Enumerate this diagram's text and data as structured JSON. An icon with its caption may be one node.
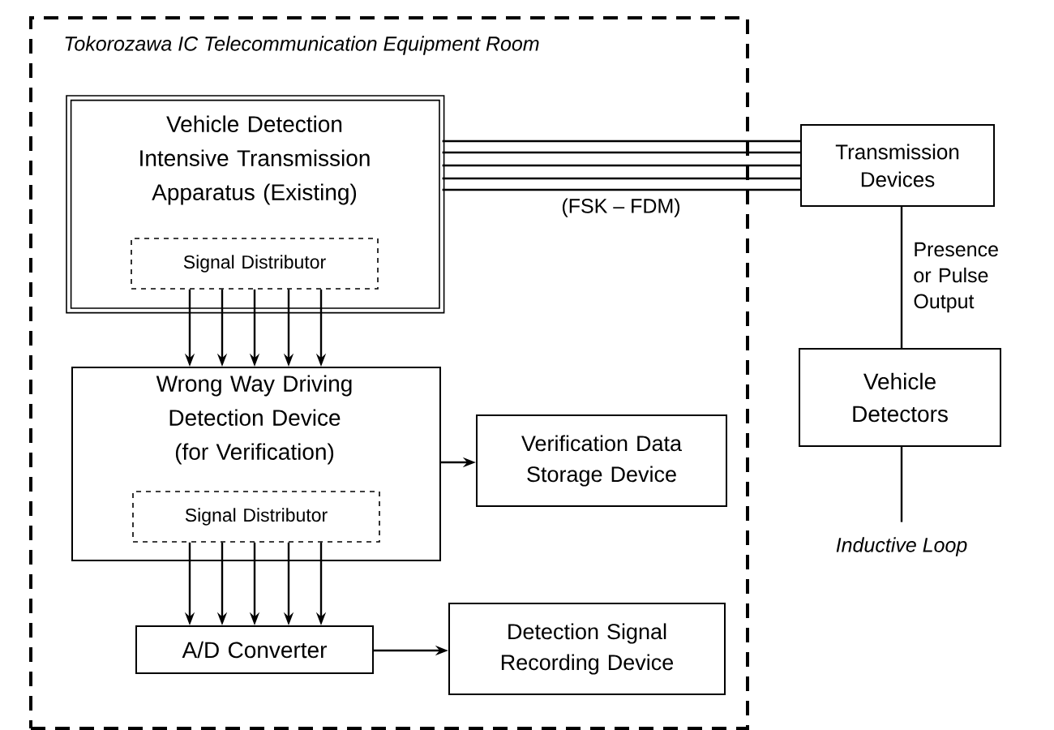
{
  "diagram": {
    "nodes": [
      {
        "text": [
          "Tokorozawa IC Telecommunication Equipment Room"
        ]
      },
      {
        "text": [
          "Vehicle Detection Intensive Transmission Apparatus (Existing)"
        ],
        "in": 0
      },
      {
        "text": [
          "Signal Distributor"
        ],
        "in": 1
      },
      {
        "text": [
          "Wrong Way Driving Detection Device (for Verification)"
        ],
        "in": 0
      },
      {
        "text": [
          "Signal Distributor"
        ],
        "in": 3
      },
      {
        "text": [
          "Verification Data Storage Device"
        ],
        "in": 0
      },
      {
        "text": [
          "A/D Converter"
        ],
        "in": 0
      },
      {
        "text": [
          "Detection Signal Recording Device"
        ],
        "in": 0
      },
      {
        "text": [
          "Transmission Devices"
        ]
      },
      {
        "text": [
          "Vehicle Detectors"
        ]
      },
      {
        "text": [
          "Inductive Loop"
        ]
      }
    ],
    "edges": [
      {
        "from": 2,
        "to": 3,
        "arrow": "to"
      },
      {
        "from": 2,
        "to": 3,
        "arrow": "to"
      },
      {
        "from": 2,
        "to": 3,
        "arrow": "to"
      },
      {
        "from": 2,
        "to": 3,
        "arrow": "to"
      },
      {
        "from": 2,
        "to": 3,
        "arrow": "to"
      },
      {
        "from": 1,
        "to": 8,
        "arrow": "none"
      },
      {
        "from": 1,
        "to": 8,
        "arrow": "none"
      },
      {
        "from": 1,
        "to": 8,
        "arrow": "none"
      },
      {
        "from": 1,
        "to": 8,
        "arrow": "none"
      },
      {
        "from": 1,
        "to": 8,
        "arrow": "none",
        "label": "(FSK – FDM)"
      },
      {
        "from": 3,
        "to": 5,
        "arrow": "to"
      },
      {
        "from": 4,
        "to": 6,
        "arrow": "to"
      },
      {
        "from": 4,
        "to": 6,
        "arrow": "to"
      },
      {
        "from": 4,
        "to": 6,
        "arrow": "to"
      },
      {
        "from": 4,
        "to": 6,
        "arrow": "to"
      },
      {
        "from": 4,
        "to": 6,
        "arrow": "to"
      },
      {
        "from": 6,
        "to": 7,
        "arrow": "to"
      },
      {
        "from": 8,
        "to": 9,
        "arrow": "none",
        "label": "Presence or Pulse Output"
      },
      {
        "from": 9,
        "to": 10,
        "arrow": "none"
      }
    ]
  }
}
